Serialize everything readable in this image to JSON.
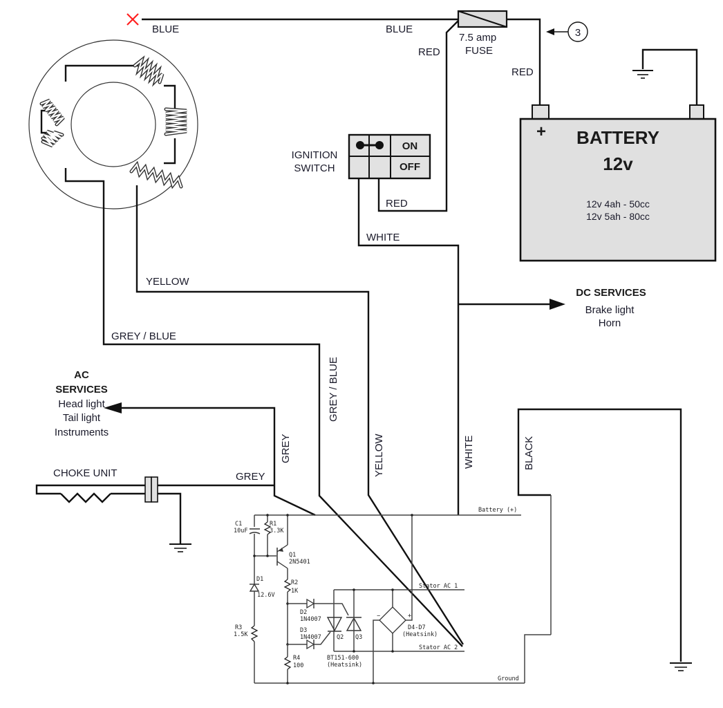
{
  "title": "12V scooter / moped charging circuit wiring diagram",
  "colors": {
    "wire": "#111111",
    "battery_fill": "#e0e0e0",
    "fuse_fill": "#dcdcdc",
    "switch_fill": "#e2e2e2",
    "cut_mark": "#ff2020"
  },
  "wires": {
    "blue_left": "BLUE",
    "blue_right": "BLUE",
    "red_fuse_left": "RED",
    "red_battery": "RED",
    "red_switch": "RED",
    "white_top": "WHITE",
    "white_vertical": "WHITE",
    "yellow_horizontal": "YELLOW",
    "yellow_vertical": "YELLOW",
    "grey_blue_horizontal": "GREY / BLUE",
    "grey_blue_vertical": "GREY / BLUE",
    "grey_vertical": "GREY",
    "grey_horizontal": "GREY",
    "black_vertical": "BLACK"
  },
  "fuse": {
    "line1": "7.5 amp",
    "line2": "FUSE"
  },
  "reference_marker": "3",
  "battery": {
    "title": "BATTERY",
    "voltage": "12v",
    "plus_sign": "+",
    "specs": [
      "12v 4ah - 50cc",
      "12v 5ah - 80cc"
    ]
  },
  "ignition_switch": {
    "label_line1": "IGNITION",
    "label_line2": "SWITCH",
    "on": "ON",
    "off": "OFF"
  },
  "dc_services": {
    "title": "DC SERVICES",
    "items": [
      "Brake light",
      "Horn"
    ]
  },
  "ac_services": {
    "title_line1": "AC",
    "title_line2": "SERVICES",
    "items": [
      "Head light",
      "Tail light",
      "Instruments"
    ]
  },
  "choke": {
    "label": "CHOKE UNIT"
  },
  "regulator": {
    "nets": {
      "battery": "Battery (+)",
      "stator1": "Stator AC 1",
      "stator2": "Stator AC 2",
      "ground": "Ground"
    },
    "components": {
      "c1_name": "C1",
      "c1_value": "10uF",
      "r1_name": "R1",
      "r1_value": "3.3K",
      "q1_name": "Q1",
      "q1_value": "2N5401",
      "d1_name": "D1",
      "d1_value": "12.6V",
      "r2_name": "R2",
      "r2_value": "1K",
      "r3_name": "R3",
      "r3_value": "1.5K",
      "d2_name": "D2",
      "d2_value": "1N4007",
      "d3_name": "D3",
      "d3_value": "1N4007",
      "r4_name": "R4",
      "r4_value": "100",
      "q2_name": "Q2",
      "q3_name": "Q3",
      "scr_value": "BT151-600",
      "scr_note": "(Heatsink)",
      "bridge_name": "D4-D7",
      "bridge_note": "(Heatsink)"
    }
  }
}
